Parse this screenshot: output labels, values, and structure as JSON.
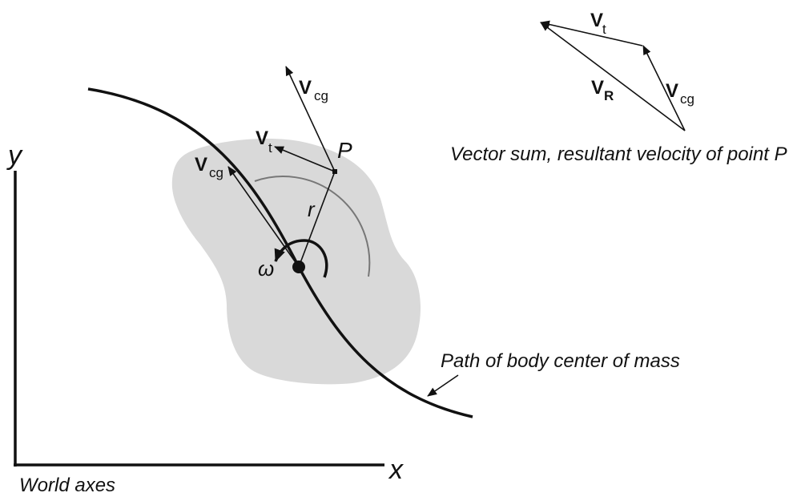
{
  "labels": {
    "y_axis": "y",
    "x_axis": "x",
    "world_axes": "World axes",
    "omega": "ω",
    "r": "r",
    "P": "P",
    "vcg_main": "V",
    "vcg_main_sub": "cg",
    "vcg_tip": "V",
    "vcg_tip_sub": "cg",
    "vt": "V",
    "vt_sub": "t",
    "path": "Path of body center of mass",
    "triangle": {
      "vt": "V",
      "vt_sub": "t",
      "vr": "V",
      "vr_sub": "R",
      "vcg": "V",
      "vcg_sub": "cg"
    },
    "vector_sum": "Vector sum, resultant velocity of point P"
  },
  "colors": {
    "ink": "#111111",
    "body_fill": "#d9d9d9",
    "arc": "#777777"
  }
}
